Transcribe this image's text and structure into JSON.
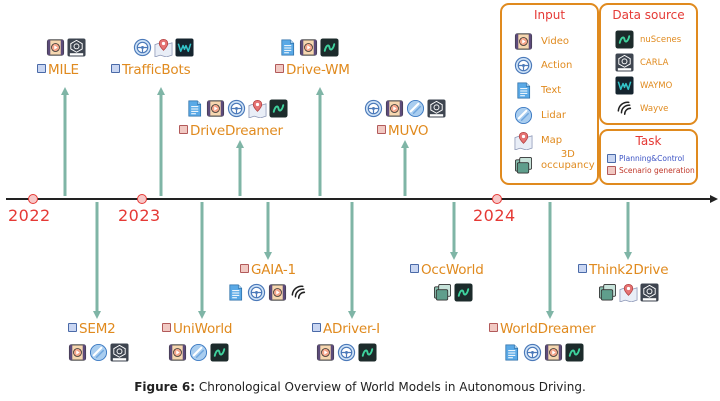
{
  "years": [
    {
      "label": "2022"
    },
    {
      "label": "2023"
    },
    {
      "label": "2024"
    }
  ],
  "models_top": [
    {
      "name": "MILE",
      "task": "Planning&Control",
      "icons": [
        "video-icon",
        "carla-icon"
      ]
    },
    {
      "name": "TrafficBots",
      "task": "Planning&Control",
      "icons": [
        "action-icon",
        "map-icon",
        "waymo-icon"
      ]
    },
    {
      "name": "Drive-WM",
      "task": "Scenario generation",
      "icons": [
        "text-icon",
        "video-icon",
        "nuscenes-icon"
      ]
    },
    {
      "name": "DriveDreamer",
      "task": "Scenario generation",
      "icons": [
        "text-icon",
        "video-icon",
        "action-icon",
        "map-icon",
        "nuscenes-icon"
      ]
    },
    {
      "name": "MUVO",
      "task": "Scenario generation",
      "icons": [
        "action-icon",
        "video-icon",
        "lidar-icon",
        "carla-icon"
      ]
    }
  ],
  "models_bottom": [
    {
      "name": "SEM2",
      "task": "Planning&Control",
      "icons": [
        "video-icon",
        "lidar-icon",
        "carla-icon"
      ]
    },
    {
      "name": "UniWorld",
      "task": "Scenario generation",
      "icons": [
        "video-icon",
        "lidar-icon",
        "nuscenes-icon"
      ]
    },
    {
      "name": "GAIA-1",
      "task": "Scenario generation",
      "icons": [
        "text-icon",
        "action-icon",
        "video-icon",
        "wayve-icon"
      ]
    },
    {
      "name": "ADriver-I",
      "task": "Planning&Control",
      "icons": [
        "video-icon",
        "action-icon",
        "nuscenes-icon"
      ]
    },
    {
      "name": "OccWorld",
      "task": "Planning&Control",
      "icons": [
        "occupancy-icon",
        "nuscenes-icon"
      ]
    },
    {
      "name": "WorldDreamer",
      "task": "Scenario generation",
      "icons": [
        "text-icon",
        "action-icon",
        "video-icon",
        "nuscenes-icon"
      ]
    },
    {
      "name": "Think2Drive",
      "task": "Planning&Control",
      "icons": [
        "occupancy-icon",
        "map-icon",
        "carla-icon"
      ]
    }
  ],
  "input_panel": {
    "title": "Input",
    "items": [
      {
        "label": "Video",
        "icon": "video-icon"
      },
      {
        "label": "Action",
        "icon": "action-icon"
      },
      {
        "label": "Text",
        "icon": "text-icon"
      },
      {
        "label": "Lidar",
        "icon": "lidar-icon"
      },
      {
        "label": "Map",
        "icon": "map-icon"
      },
      {
        "label": "3D",
        "label2": "occupancy",
        "icon": "occupancy-icon"
      }
    ]
  },
  "datasource_panel": {
    "title": "Data source",
    "items": [
      {
        "label": "nuScenes",
        "icon": "nuscenes-icon"
      },
      {
        "label": "CARLA",
        "icon": "carla-icon"
      },
      {
        "label": "WAYMO",
        "icon": "waymo-icon"
      },
      {
        "label": "Wayve",
        "icon": "wayve-icon"
      }
    ]
  },
  "task_panel": {
    "title": "Task",
    "items": [
      {
        "label": "Planning&Control",
        "color": "#3b52c4"
      },
      {
        "label": "Scenario generation",
        "color": "#c0392b"
      }
    ]
  },
  "caption": {
    "prefix": "Figure 6:",
    "text": " Chronological Overview of World Models in Autonomous Driving."
  },
  "colors": {
    "accent": "#e08a1e",
    "year": "#e53935",
    "connector": "#7fb5a6",
    "timeline": "#222222"
  }
}
